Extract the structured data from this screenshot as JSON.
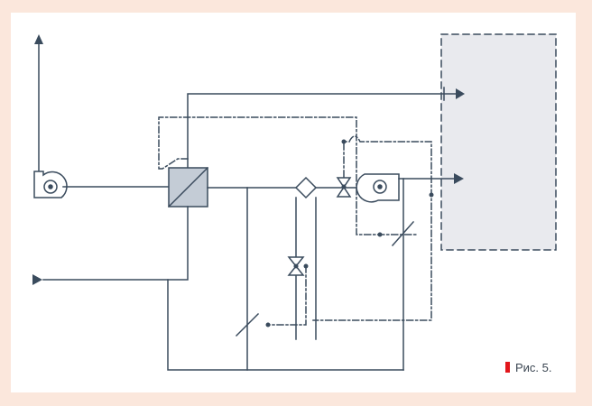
{
  "figure": {
    "caption": "Рис. 5.",
    "colors": {
      "frame": "#fbe7dc",
      "background": "#ffffff",
      "line": "#3a4b5d",
      "room_fill": "#e9eaee",
      "heat_exchanger_fill": "#c4ccd6",
      "caption_marker": "#e2161b"
    },
    "components": [
      "exhaust-fan",
      "plate-heat-exchanger",
      "heating-coil",
      "control-valve",
      "control-valve",
      "supply-fan",
      "room",
      "damper",
      "damper"
    ]
  }
}
